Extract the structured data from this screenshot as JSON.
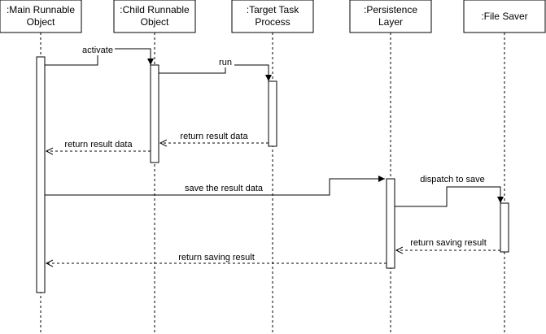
{
  "participants": [
    {
      "id": "main",
      "line1": ":Main Runnable",
      "line2": "Object"
    },
    {
      "id": "child",
      "line1": ":Child Runnable",
      "line2": "Object"
    },
    {
      "id": "target",
      "line1": ":Target Task",
      "line2": "Process"
    },
    {
      "id": "persist",
      "line1": ":Persistence",
      "line2": "Layer"
    },
    {
      "id": "saver",
      "line1": ":File Saver",
      "line2": ""
    }
  ],
  "messages": {
    "activate": "activate",
    "run": "run",
    "return_result_data_1": "return result data",
    "return_result_data_2": "return result data",
    "save_result_data": "save the result data",
    "dispatch_to_save": "dispatch to save",
    "return_saving_result_1": "return saving result",
    "return_saving_result_2": "return saving result"
  },
  "colors": {
    "stroke": "#000000",
    "fill": "#ffffff"
  }
}
